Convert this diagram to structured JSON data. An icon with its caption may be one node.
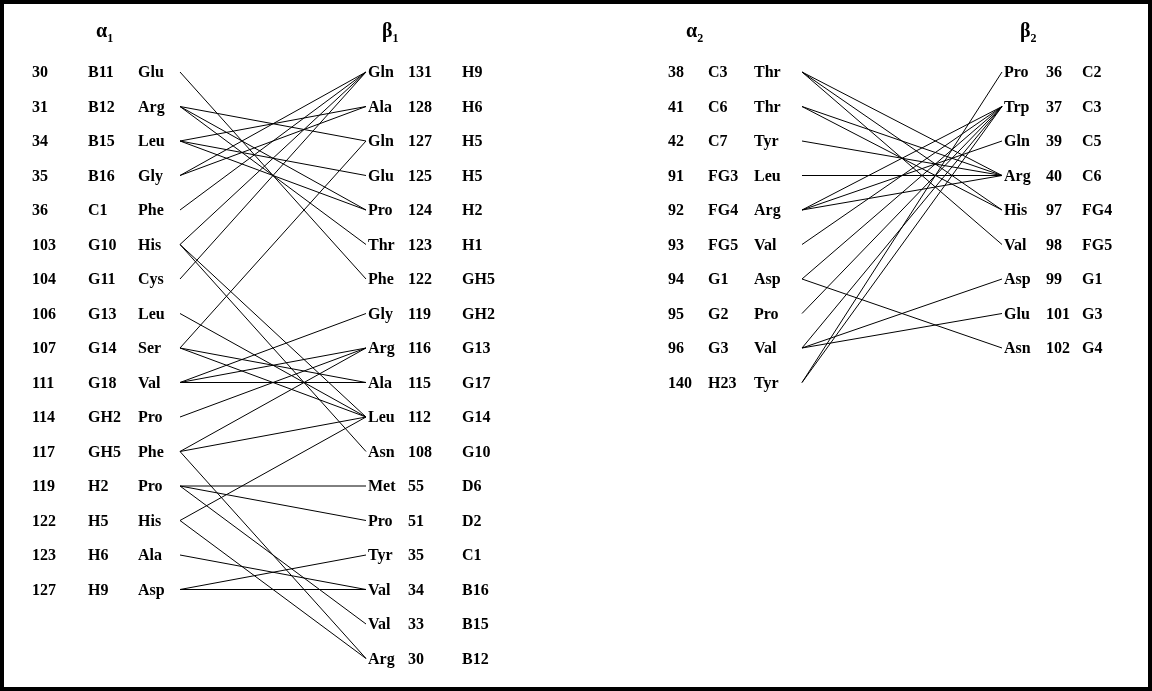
{
  "diagram": {
    "nodes": [
      {
        "text": [
          "30",
          "B11",
          "Glu"
        ]
      },
      {
        "text": [
          "31",
          "B12",
          "Arg"
        ]
      },
      {
        "text": [
          "34",
          "B15",
          "Leu"
        ]
      },
      {
        "text": [
          "35",
          "B16",
          "Gly"
        ]
      },
      {
        "text": [
          "36",
          "C1",
          "Phe"
        ]
      },
      {
        "text": [
          "103",
          "G10",
          "His"
        ]
      },
      {
        "text": [
          "104",
          "G11",
          "Cys"
        ]
      },
      {
        "text": [
          "106",
          "G13",
          "Leu"
        ]
      },
      {
        "text": [
          "107",
          "G14",
          "Ser"
        ]
      },
      {
        "text": [
          "111",
          "G18",
          "Val"
        ]
      },
      {
        "text": [
          "114",
          "GH2",
          "Pro"
        ]
      },
      {
        "text": [
          "117",
          "GH5",
          "Phe"
        ]
      },
      {
        "text": [
          "119",
          "H2",
          "Pro"
        ]
      },
      {
        "text": [
          "122",
          "H5",
          "His"
        ]
      },
      {
        "text": [
          "123",
          "H6",
          "Ala"
        ]
      },
      {
        "text": [
          "127",
          "H9",
          "Asp"
        ]
      },
      {
        "text": [
          "Gln",
          "131",
          "H9"
        ]
      },
      {
        "text": [
          "Ala",
          "128",
          "H6"
        ]
      },
      {
        "text": [
          "Gln",
          "127",
          "H5"
        ]
      },
      {
        "text": [
          "Glu",
          "125",
          "H5"
        ]
      },
      {
        "text": [
          "Pro",
          "124",
          "H2"
        ]
      },
      {
        "text": [
          "Thr",
          "123",
          "H1"
        ]
      },
      {
        "text": [
          "Phe",
          "122",
          "GH5"
        ]
      },
      {
        "text": [
          "Gly",
          "119",
          "GH2"
        ]
      },
      {
        "text": [
          "Arg",
          "116",
          "G13"
        ]
      },
      {
        "text": [
          "Ala",
          "115",
          "G17"
        ]
      },
      {
        "text": [
          "Leu",
          "112",
          "G14"
        ]
      },
      {
        "text": [
          "Asn",
          "108",
          "G10"
        ]
      },
      {
        "text": [
          "Met",
          "55",
          "D6"
        ]
      },
      {
        "text": [
          "Pro",
          "51",
          "D2"
        ]
      },
      {
        "text": [
          "Tyr",
          "35",
          "C1"
        ]
      },
      {
        "text": [
          "Val",
          "34",
          "B16"
        ]
      },
      {
        "text": [
          "Val",
          "33",
          "B15"
        ]
      },
      {
        "text": [
          "Arg",
          "30",
          "B12"
        ]
      },
      {
        "text": [
          "38",
          "C3",
          "Thr"
        ]
      },
      {
        "text": [
          "41",
          "C6",
          "Thr"
        ]
      },
      {
        "text": [
          "42",
          "C7",
          "Tyr"
        ]
      },
      {
        "text": [
          "91",
          "FG3",
          "Leu"
        ]
      },
      {
        "text": [
          "92",
          "FG4",
          "Arg"
        ]
      },
      {
        "text": [
          "93",
          "FG5",
          "Val"
        ]
      },
      {
        "text": [
          "94",
          "G1",
          "Asp"
        ]
      },
      {
        "text": [
          "95",
          "G2",
          "Pro"
        ]
      },
      {
        "text": [
          "96",
          "G3",
          "Val"
        ]
      },
      {
        "text": [
          "140",
          "H23",
          "Tyr"
        ]
      },
      {
        "text": [
          "Pro",
          "36",
          "C2"
        ]
      },
      {
        "text": [
          "Trp",
          "37",
          "C3"
        ]
      },
      {
        "text": [
          "Gln",
          "39",
          "C5"
        ]
      },
      {
        "text": [
          "Arg",
          "40",
          "C6"
        ]
      },
      {
        "text": [
          "His",
          "97",
          "FG4"
        ]
      },
      {
        "text": [
          "Val",
          "98",
          "FG5"
        ]
      },
      {
        "text": [
          "Asp",
          "99",
          "G1"
        ]
      },
      {
        "text": [
          "Glu",
          "101",
          "G3"
        ]
      },
      {
        "text": [
          "Asn",
          "102",
          "G4"
        ]
      }
    ],
    "edges": [
      {
        "from": 0,
        "to": 22,
        "arrow": "none"
      },
      {
        "from": 1,
        "to": 18,
        "arrow": "none"
      },
      {
        "from": 1,
        "to": 20,
        "arrow": "none"
      },
      {
        "from": 1,
        "to": 21,
        "arrow": "none"
      },
      {
        "from": 2,
        "to": 17,
        "arrow": "none"
      },
      {
        "from": 2,
        "to": 19,
        "arrow": "none"
      },
      {
        "from": 2,
        "to": 20,
        "arrow": "none"
      },
      {
        "from": 3,
        "to": 16,
        "arrow": "none"
      },
      {
        "from": 3,
        "to": 17,
        "arrow": "none"
      },
      {
        "from": 4,
        "to": 16,
        "arrow": "none"
      },
      {
        "from": 5,
        "to": 16,
        "arrow": "none"
      },
      {
        "from": 5,
        "to": 26,
        "arrow": "none"
      },
      {
        "from": 5,
        "to": 27,
        "arrow": "none"
      },
      {
        "from": 6,
        "to": 16,
        "arrow": "none"
      },
      {
        "from": 7,
        "to": 26,
        "arrow": "none"
      },
      {
        "from": 8,
        "to": 18,
        "arrow": "none"
      },
      {
        "from": 8,
        "to": 25,
        "arrow": "none"
      },
      {
        "from": 8,
        "to": 26,
        "arrow": "none"
      },
      {
        "from": 9,
        "to": 23,
        "arrow": "none"
      },
      {
        "from": 9,
        "to": 24,
        "arrow": "none"
      },
      {
        "from": 9,
        "to": 25,
        "arrow": "none"
      },
      {
        "from": 10,
        "to": 24,
        "arrow": "none"
      },
      {
        "from": 11,
        "to": 24,
        "arrow": "none"
      },
      {
        "from": 11,
        "to": 26,
        "arrow": "none"
      },
      {
        "from": 11,
        "to": 33,
        "arrow": "none"
      },
      {
        "from": 12,
        "to": 28,
        "arrow": "none"
      },
      {
        "from": 12,
        "to": 29,
        "arrow": "none"
      },
      {
        "from": 12,
        "to": 32,
        "arrow": "none"
      },
      {
        "from": 13,
        "to": 26,
        "arrow": "none"
      },
      {
        "from": 13,
        "to": 33,
        "arrow": "none"
      },
      {
        "from": 14,
        "to": 31,
        "arrow": "none"
      },
      {
        "from": 15,
        "to": 30,
        "arrow": "none"
      },
      {
        "from": 15,
        "to": 31,
        "arrow": "none"
      },
      {
        "from": 34,
        "to": 47,
        "arrow": "none"
      },
      {
        "from": 34,
        "to": 48,
        "arrow": "none"
      },
      {
        "from": 34,
        "to": 49,
        "arrow": "none"
      },
      {
        "from": 35,
        "to": 47,
        "arrow": "none"
      },
      {
        "from": 35,
        "to": 48,
        "arrow": "none"
      },
      {
        "from": 36,
        "to": 47,
        "arrow": "none"
      },
      {
        "from": 37,
        "to": 47,
        "arrow": "none"
      },
      {
        "from": 38,
        "to": 45,
        "arrow": "none"
      },
      {
        "from": 38,
        "to": 46,
        "arrow": "none"
      },
      {
        "from": 38,
        "to": 47,
        "arrow": "none"
      },
      {
        "from": 39,
        "to": 45,
        "arrow": "none"
      },
      {
        "from": 40,
        "to": 45,
        "arrow": "none"
      },
      {
        "from": 40,
        "to": 52,
        "arrow": "none"
      },
      {
        "from": 41,
        "to": 45,
        "arrow": "none"
      },
      {
        "from": 42,
        "to": 45,
        "arrow": "none"
      },
      {
        "from": 42,
        "to": 50,
        "arrow": "none"
      },
      {
        "from": 42,
        "to": 51,
        "arrow": "none"
      },
      {
        "from": 43,
        "to": 44,
        "arrow": "none"
      },
      {
        "from": 43,
        "to": 45,
        "arrow": "none"
      }
    ],
    "labels": [
      "α$_{1}$",
      "β$_{1}$",
      "α$_{2}$",
      "β$_{2}$"
    ]
  }
}
